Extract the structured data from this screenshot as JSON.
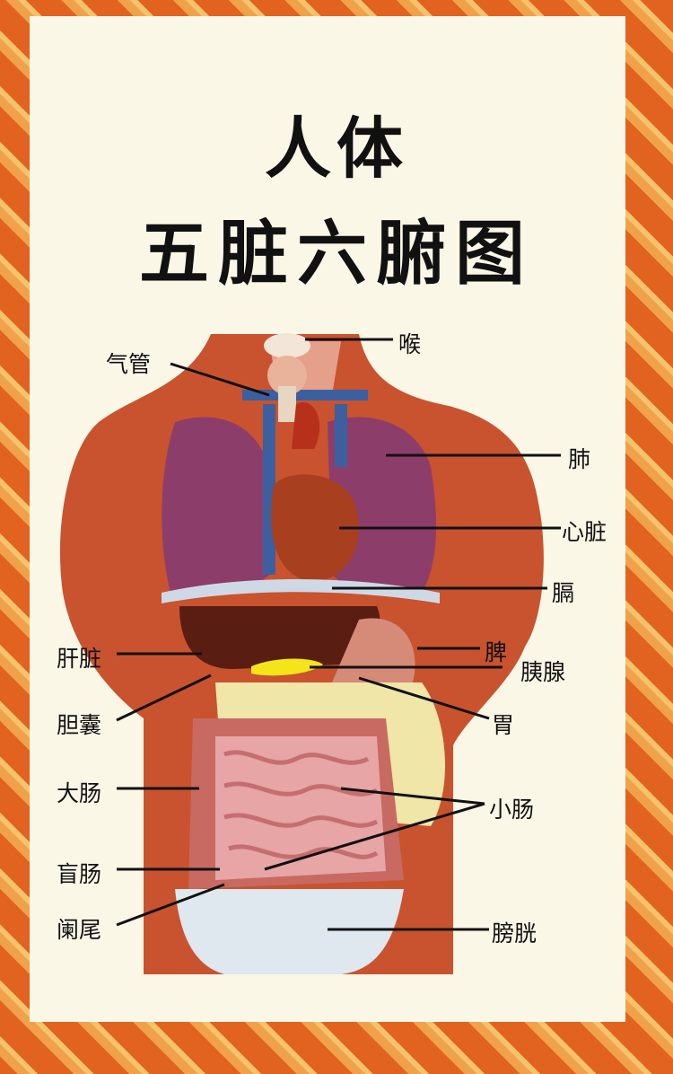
{
  "title_line1": "人体",
  "title_line2": "五脏六腑图",
  "labels": {
    "throat": "喉",
    "trachea": "气管",
    "lung": "肺",
    "heart": "心脏",
    "diaphragm": "膈",
    "liver": "肝脏",
    "spleen": "脾",
    "pancreas": "胰腺",
    "gallbladder": "胆囊",
    "stomach": "胃",
    "large_intestine": "大肠",
    "small_intestine": "小肠",
    "cecum": "盲肠",
    "appendix": "阑尾",
    "bladder": "膀胱"
  }
}
